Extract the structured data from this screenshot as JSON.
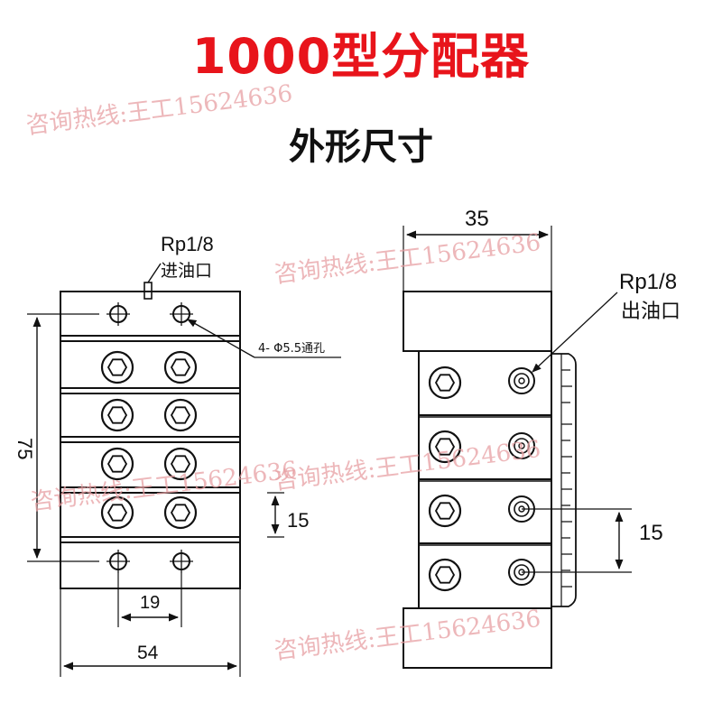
{
  "title": "1000型分配器",
  "subtitle": "外形尺寸",
  "watermark": "咨询热线:王工15624636",
  "watermark_2": "咨询热线:王工15624636",
  "watermark_3": "咨询热线:王工15624636",
  "watermark_4": "咨询热线:王工15624636",
  "watermark_5": "咨询热线:王工15624636",
  "front_view": {
    "inlet_thread": "Rp1/8",
    "inlet_label": "进油口",
    "holes_label": "4- Φ5.5通孔",
    "height_dim": "75",
    "pitch_dim": "15",
    "hole_spacing_dim": "19",
    "width_dim": "54"
  },
  "side_view": {
    "depth_dim": "35",
    "outlet_thread": "Rp1/8",
    "outlet_label": "出油口",
    "pitch_dim": "15"
  },
  "colors": {
    "title": "#e8141b",
    "watermark": "#e7a0a3",
    "line": "#111111"
  }
}
